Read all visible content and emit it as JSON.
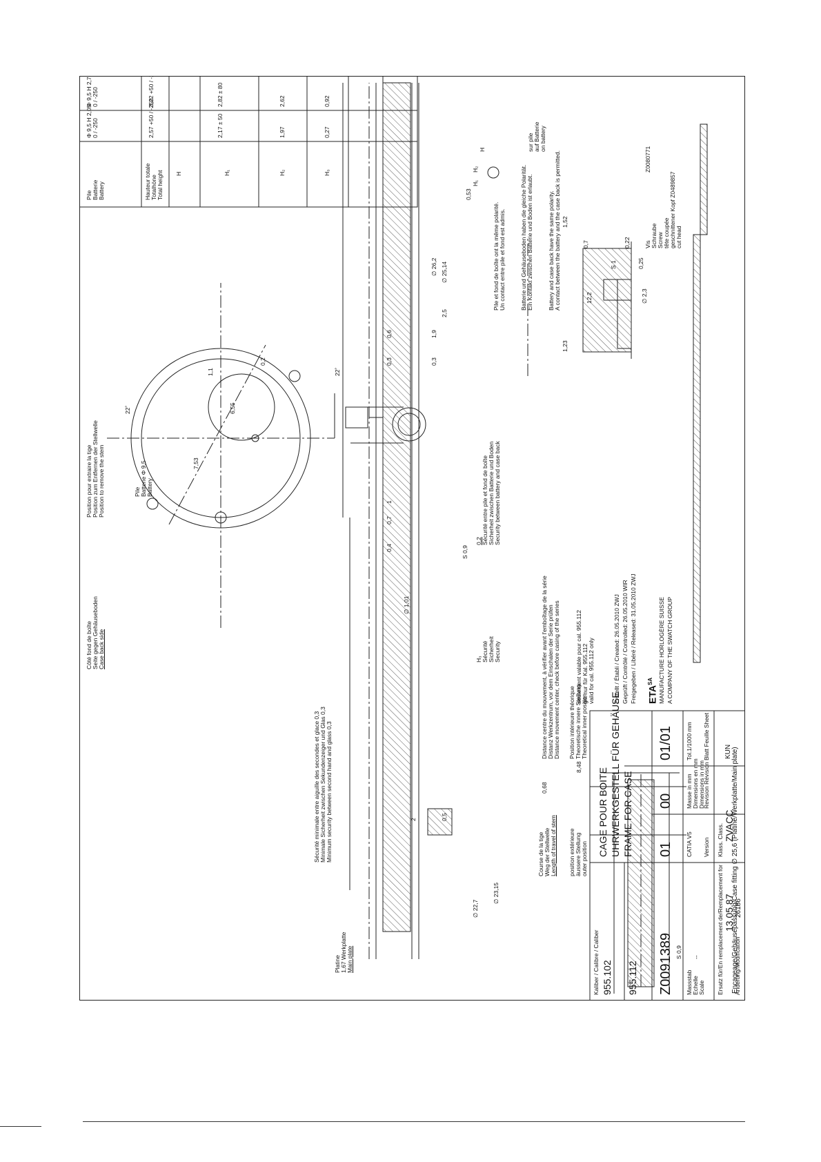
{
  "battery_table": {
    "col_pile": [
      "Pile",
      "Batterie",
      "Battery"
    ],
    "col_height": [
      "Hauteur totale",
      "Totalhöne",
      "Total height"
    ],
    "col_H": "H",
    "col_H1": "H₁",
    "col_H2": "H₂",
    "col_H3": "H₃",
    "rows": [
      {
        "pile": "Φ 9,5  H 2,05",
        "pile_tol": "0 / -250",
        "height": "2,57",
        "height_tol": "+50 / -250",
        "H": "",
        "H1": "2,17 ± 50",
        "H2": "1,97",
        "H3": "0,27"
      },
      {
        "pile": "Φ 9,5  H 2,70",
        "pile_tol": "0 / -250",
        "height": "3,22",
        "height_tol": "+50 / -250",
        "H": "",
        "H1": "2,82 ± 80",
        "H2": "2,62",
        "H3": "0,92"
      }
    ]
  },
  "labels": {
    "stem_position": [
      "Position pour extraire la tige",
      "Position zum Entfernen der Stellwelle",
      "Position to remove the stem"
    ],
    "pile_label": [
      "Pile",
      "Batterie Φ 9,5",
      "Battery"
    ],
    "case_back_side": [
      "Côté fond de boîte",
      "Seite gegen Gehäuseboden",
      "Case back side"
    ],
    "security_min": [
      "Sécurité minimale entre aiguille des secondes et glace 0,3",
      "Minimale Sicherheit zwischen Sekundenzeiger und Glas 0,3",
      "Minimum security between second hand and glass 0,3"
    ],
    "platine": [
      "Platine",
      "Werkplatte",
      "Main plate"
    ],
    "platine_dim": "1,67",
    "course_tige": [
      "Course de la tige",
      "Weg der Stellwelle",
      "Length of travel of stem"
    ],
    "position_ext": [
      "position extérieure",
      "äussere Stellung",
      "outer position"
    ],
    "position_int": [
      "Position intérieure théorique",
      "Theoretische innere Stellung",
      "Theoretical inner position"
    ],
    "distance_centre": [
      "Distance centre du mouvement, à vérifier avant l'emboîtage de la série",
      "Distanz Werkzentrum, vor dem Einschalen der Serie prüfen",
      "Distance movement center, check before casing of the series"
    ],
    "seulement": [
      "seulement valable pour cal. 955.112",
      "gilt nur für Kal. 955.112",
      "valid for cal. 955.112 only"
    ],
    "encageage": "Encageage/Gehäusepassung/Case fitting ∅ 25,6  (Platine/Werkplatte/Main plate)",
    "security_H3": [
      "H₃",
      "Sécurité",
      "Sicherheit",
      "Security"
    ],
    "securite_pile_fond": [
      "0,2",
      "Sécurité entre pile et fond de boîte",
      "Sicherheit zwischen Batterie und Boden",
      "Security between battery and case back"
    ],
    "pile_fond_polarite": [
      "Pile et fond de boîte ont la même polarité.",
      "Un contact entre pile et fond est admis."
    ],
    "batterie_polarity": [
      "Batterie und Gehäuseboden haben die gleiche Polarität.",
      "Ein Kontakt zwischen Batterie und Boden ist erlaubt."
    ],
    "battery_polarity": [
      "Battery and case back have the same polarity.",
      "A contact between the battery and the case back is permitted."
    ],
    "screw": [
      "Vis",
      "Schraube",
      "Screw",
      "tête coupée",
      "geschnittener Kopf  Z0489857",
      "cut head"
    ],
    "screw_ref": "Z0080771",
    "sur_pile": [
      "sur pile",
      "auf Batterie",
      "on battery"
    ]
  },
  "dimensions": {
    "d_7_53": "7,53",
    "d_6_55": "6,55",
    "d_1_1": "1,1",
    "angle_22a": "22˚",
    "angle_22b": "22˚",
    "d_0_2": "0,2",
    "d_12_2": "12,2",
    "d_S1": "S 1",
    "d_1_23": "1,23",
    "d_1_52": "1,52",
    "d_0_7a": "0,7",
    "d_0_25": "0,25",
    "d_0_22": "0,22",
    "d_2_3": "∅ 2,3",
    "d_0_53": "0,53",
    "d_26_2": "∅ 26,2",
    "d_25_14": "∅ 25,14",
    "d_2_5": "2,5",
    "d_1_9": "1,9",
    "d_0_6": "0,6",
    "d_0_3a": "0,3",
    "d_0_3b": "0,3",
    "d_0_4": "0,4",
    "d_0_7b": "0,7",
    "d_1": "1",
    "d_S09a": "S 0,9",
    "d_1_01": "∅ 1,01",
    "d_2": "2",
    "d_0_5": "0,5",
    "d_0_68": "0,68",
    "d_8_48": "8,48",
    "d_22_7": "∅ 22,7",
    "d_23_15": "∅ 23,15",
    "d_S09b": "S 0,9",
    "d_H": "H",
    "d_H1": "H₁",
    "d_H2": "H₂"
  },
  "title_block": {
    "kaliber_label": "Kaliber / Calibre / Caliber",
    "caliber_1": "955.102",
    "caliber_2": "955.112",
    "title_fr": "CAGE POUR BOITE",
    "title_de": "UHRWERKGESTELL FÜR GEHÄUSE",
    "title_en": "FRAME FOR CASE",
    "drawing_number": "Z0091389",
    "revision": "01",
    "version": "00",
    "sheet": "01/01",
    "massstab_label": [
      "Massstab",
      "Echelle",
      "Scale"
    ],
    "scale_value": "--",
    "catia": "CATIA V5",
    "masse_label": [
      "Masse in mm",
      "Dimensions en mm",
      "Dimensions in mm"
    ],
    "tol_label": "Tol.1/1000 mm",
    "version_label": "Version",
    "revision_label": [
      "Revision",
      "Révision"
    ],
    "blatt_label": [
      "Blatt",
      "Feuille",
      "Sheet"
    ],
    "ersatz_label": "Ersatz für/En remplacement de/Remplacement for",
    "ersatz_value": "13.05.87",
    "aenderung_label": "Änderung/Modification",
    "aenderung_value": "26186",
    "klass_label": [
      "Klass.",
      "Class."
    ],
    "klass_value": "ZVACC",
    "kun": "KUN",
    "erstellt_label": [
      "Erstellt",
      "Établi",
      "Created"
    ],
    "gepruft_label": [
      "Geprüft",
      "Contrôlé",
      "Controlled"
    ],
    "freigegeben_label": [
      "Freigegeben",
      "Libéré",
      "Released"
    ],
    "created": "26.05.2010  ZWJ",
    "controlled": "26.05.2010  WIR",
    "released": "31.05.2010  ZWJ",
    "eta": "ETA",
    "eta_sa": "SA",
    "manufacture": "MANUFACTURE HORLOGÈRE SUISSE",
    "company": "A COMPANY OF THE SWATCH GROUP"
  }
}
